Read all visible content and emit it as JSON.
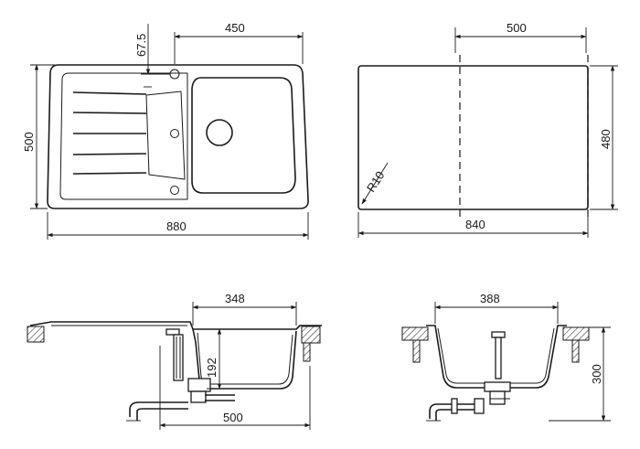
{
  "views": {
    "top": {
      "width_total": "880",
      "depth_total": "500",
      "bowl_width": "450",
      "tap_hole_offset": "67.5"
    },
    "cutout": {
      "width": "840",
      "depth": "480",
      "bowl_zone": "500",
      "corner_radius": "R10"
    },
    "side_section": {
      "bowl_width": "348",
      "bowl_depth": "192",
      "waste_reach": "500"
    },
    "front_section": {
      "bowl_width": "388",
      "overall_height": "300"
    }
  }
}
